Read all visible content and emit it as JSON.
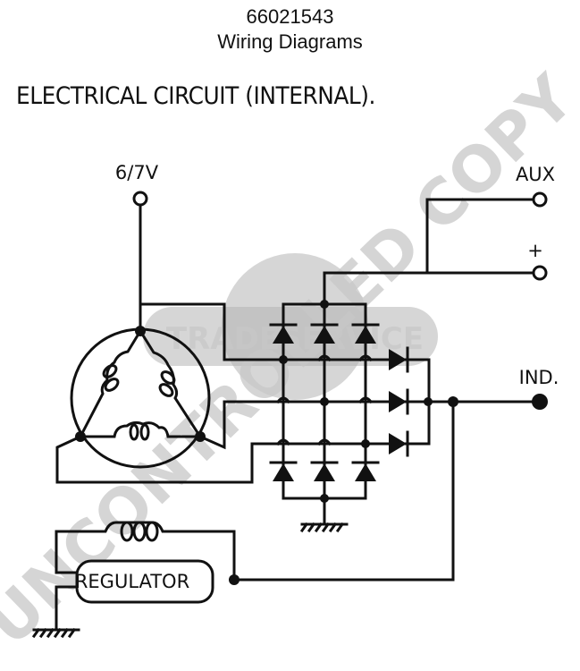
{
  "header": {
    "doc_number": "66021543",
    "subtitle": "Wiring Diagrams"
  },
  "section_title": "ELECTRICAL CIRCUIT (INTERNAL).",
  "diagram": {
    "terminals": {
      "supply": "6/7V",
      "aux": "AUX",
      "positive": "+",
      "indicator": "IND."
    },
    "components": {
      "regulator": "REGULATOR",
      "stator": "3-phase stator (delta)",
      "rectifier": "6-diode bridge + 3 auxiliary diodes",
      "field_coil": "rotor field coil"
    }
  },
  "watermarks": {
    "logo_text": "TRADESERVICE",
    "diagonal_text": "UNCONTROLLED COPY"
  },
  "colors": {
    "line": "#111111",
    "watermark": "#c8c8c8",
    "background": "#ffffff"
  }
}
